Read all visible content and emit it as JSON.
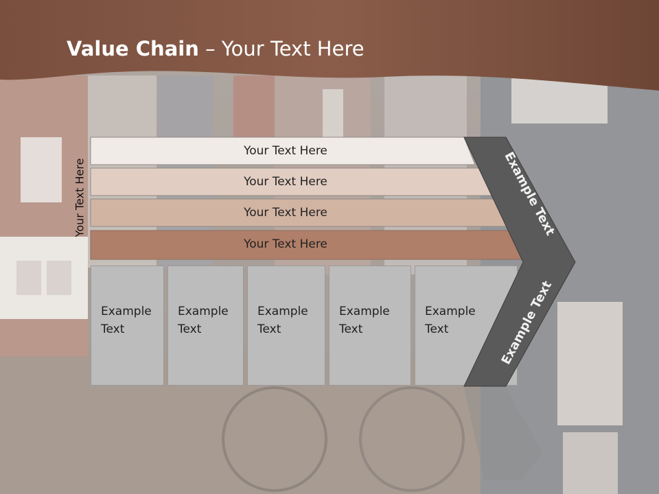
{
  "slide": {
    "title_bold": "Value Chain",
    "title_rest": " – Your Text Here",
    "side_label": "Your Text Here"
  },
  "bars": [
    {
      "label": "Your Text Here",
      "color": "#f1ebe7"
    },
    {
      "label": "Your Text Here",
      "color": "#e2cdc2"
    },
    {
      "label": "Your Text Here",
      "color": "#d2b4a3"
    },
    {
      "label": "Your Text Here",
      "color": "#b07f69"
    }
  ],
  "boxes": [
    {
      "line1": "Example",
      "line2": "Text"
    },
    {
      "line1": "Example",
      "line2": "Text"
    },
    {
      "line1": "Example",
      "line2": "Text"
    },
    {
      "line1": "Example",
      "line2": "Text"
    },
    {
      "line1": "Example",
      "line2": "Text"
    }
  ],
  "chevron": {
    "upper_text": "Example Text",
    "lower_text": "Example Text",
    "color": "#5a5a5a"
  },
  "colors": {
    "header": "#7a4d3c",
    "box": "#bdbcbc"
  }
}
